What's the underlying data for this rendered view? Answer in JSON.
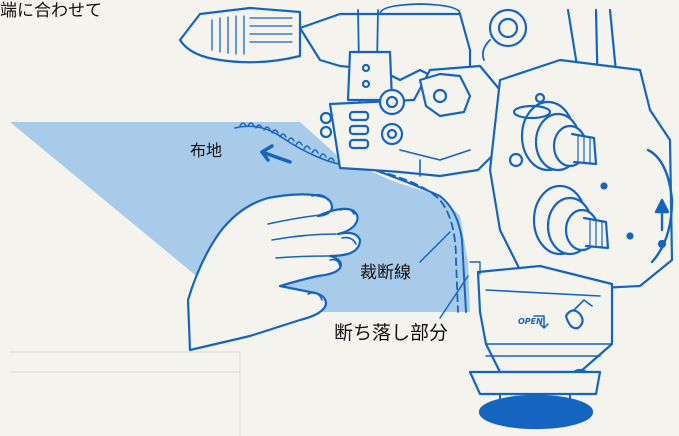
{
  "header": {
    "partial_text": "端に合わせて"
  },
  "labels": {
    "fabric": "布地",
    "cut_line": "裁断線",
    "cut_off_part": "断ち落し部分",
    "open_tag": "OPEN"
  },
  "colors": {
    "line": "#1565c0",
    "fabric_fill": "#a8cbe9",
    "background": "#f5f3ee",
    "text": "#111111"
  },
  "icons": [
    "feed-arrow-left-icon",
    "rotation-arrow-up-icon",
    "open-lever-arrow-icon"
  ]
}
